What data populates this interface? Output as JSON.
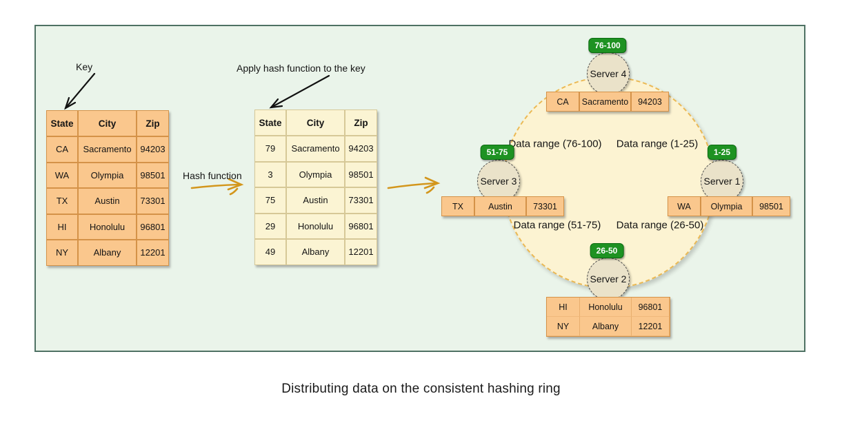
{
  "caption": "Distributing data on the consistent hashing ring",
  "annotations": {
    "key_label": "Key",
    "apply_hash_label": "Apply hash function to the key",
    "hash_function_label": "Hash function"
  },
  "key_table": {
    "headers": [
      "State",
      "City",
      "Zip"
    ],
    "rows": [
      [
        "CA",
        "Sacramento",
        "94203"
      ],
      [
        "WA",
        "Olympia",
        "98501"
      ],
      [
        "TX",
        "Austin",
        "73301"
      ],
      [
        "HI",
        "Honolulu",
        "96801"
      ],
      [
        "NY",
        "Albany",
        "12201"
      ]
    ]
  },
  "hashed_table": {
    "headers": [
      "State",
      "City",
      "Zip"
    ],
    "rows": [
      [
        "79",
        "Sacramento",
        "94203"
      ],
      [
        "3",
        "Olympia",
        "98501"
      ],
      [
        "75",
        "Austin",
        "73301"
      ],
      [
        "29",
        "Honolulu",
        "96801"
      ],
      [
        "49",
        "Albany",
        "12201"
      ]
    ]
  },
  "ring": {
    "quadrant_labels": [
      "Data range (76-100)",
      "Data range (1-25)",
      "Data range (51-75)",
      "Data range (26-50)"
    ],
    "servers": [
      {
        "name": "Server 4",
        "badge": "76-100",
        "row": [
          "CA",
          "Sacramento",
          "94203"
        ]
      },
      {
        "name": "Server 3",
        "badge": "51-75",
        "row": [
          "TX",
          "Austin",
          "73301"
        ]
      },
      {
        "name": "Server 1",
        "badge": "1-25",
        "row": [
          "WA",
          "Olympia",
          "98501"
        ]
      },
      {
        "name": "Server 2",
        "badge": "26-50",
        "rows": [
          [
            "HI",
            "Honolulu",
            "96801"
          ],
          [
            "NY",
            "Albany",
            "12201"
          ]
        ]
      }
    ]
  },
  "colors": {
    "frame_background": "#eaf4ea",
    "frame_border": "#4e7163",
    "orange_fill": "#fac78d",
    "orange_border": "#d49248",
    "cream_fill": "#fbf4d3",
    "ring_fill": "#fcf3d2",
    "ring_dash": "#ebb954",
    "server_fill": "#eae2c9",
    "badge_green": "#1e9222",
    "golden_arrow": "#d3961c"
  }
}
